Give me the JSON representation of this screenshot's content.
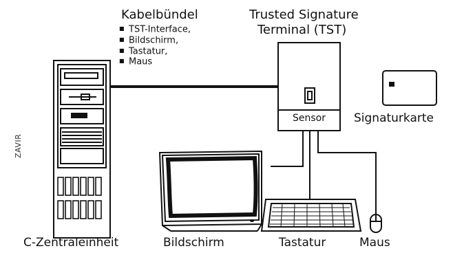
{
  "cable_bundle": {
    "title": "Kabelbündel",
    "items": [
      "TST-Interface,",
      "Bildschirm,",
      "Tastatur,",
      "Maus"
    ]
  },
  "terminal": {
    "title_line1": "Trusted Signature",
    "title_line2": "Terminal (TST)",
    "sensor_label": "Sensor"
  },
  "signature_card": {
    "label": "Signaturkarte"
  },
  "side_credit": "ZAVIR",
  "captions": {
    "central_unit": "C-Zentraleinheit",
    "monitor": "Bildschirm",
    "keyboard": "Tastatur",
    "mouse": "Maus"
  }
}
